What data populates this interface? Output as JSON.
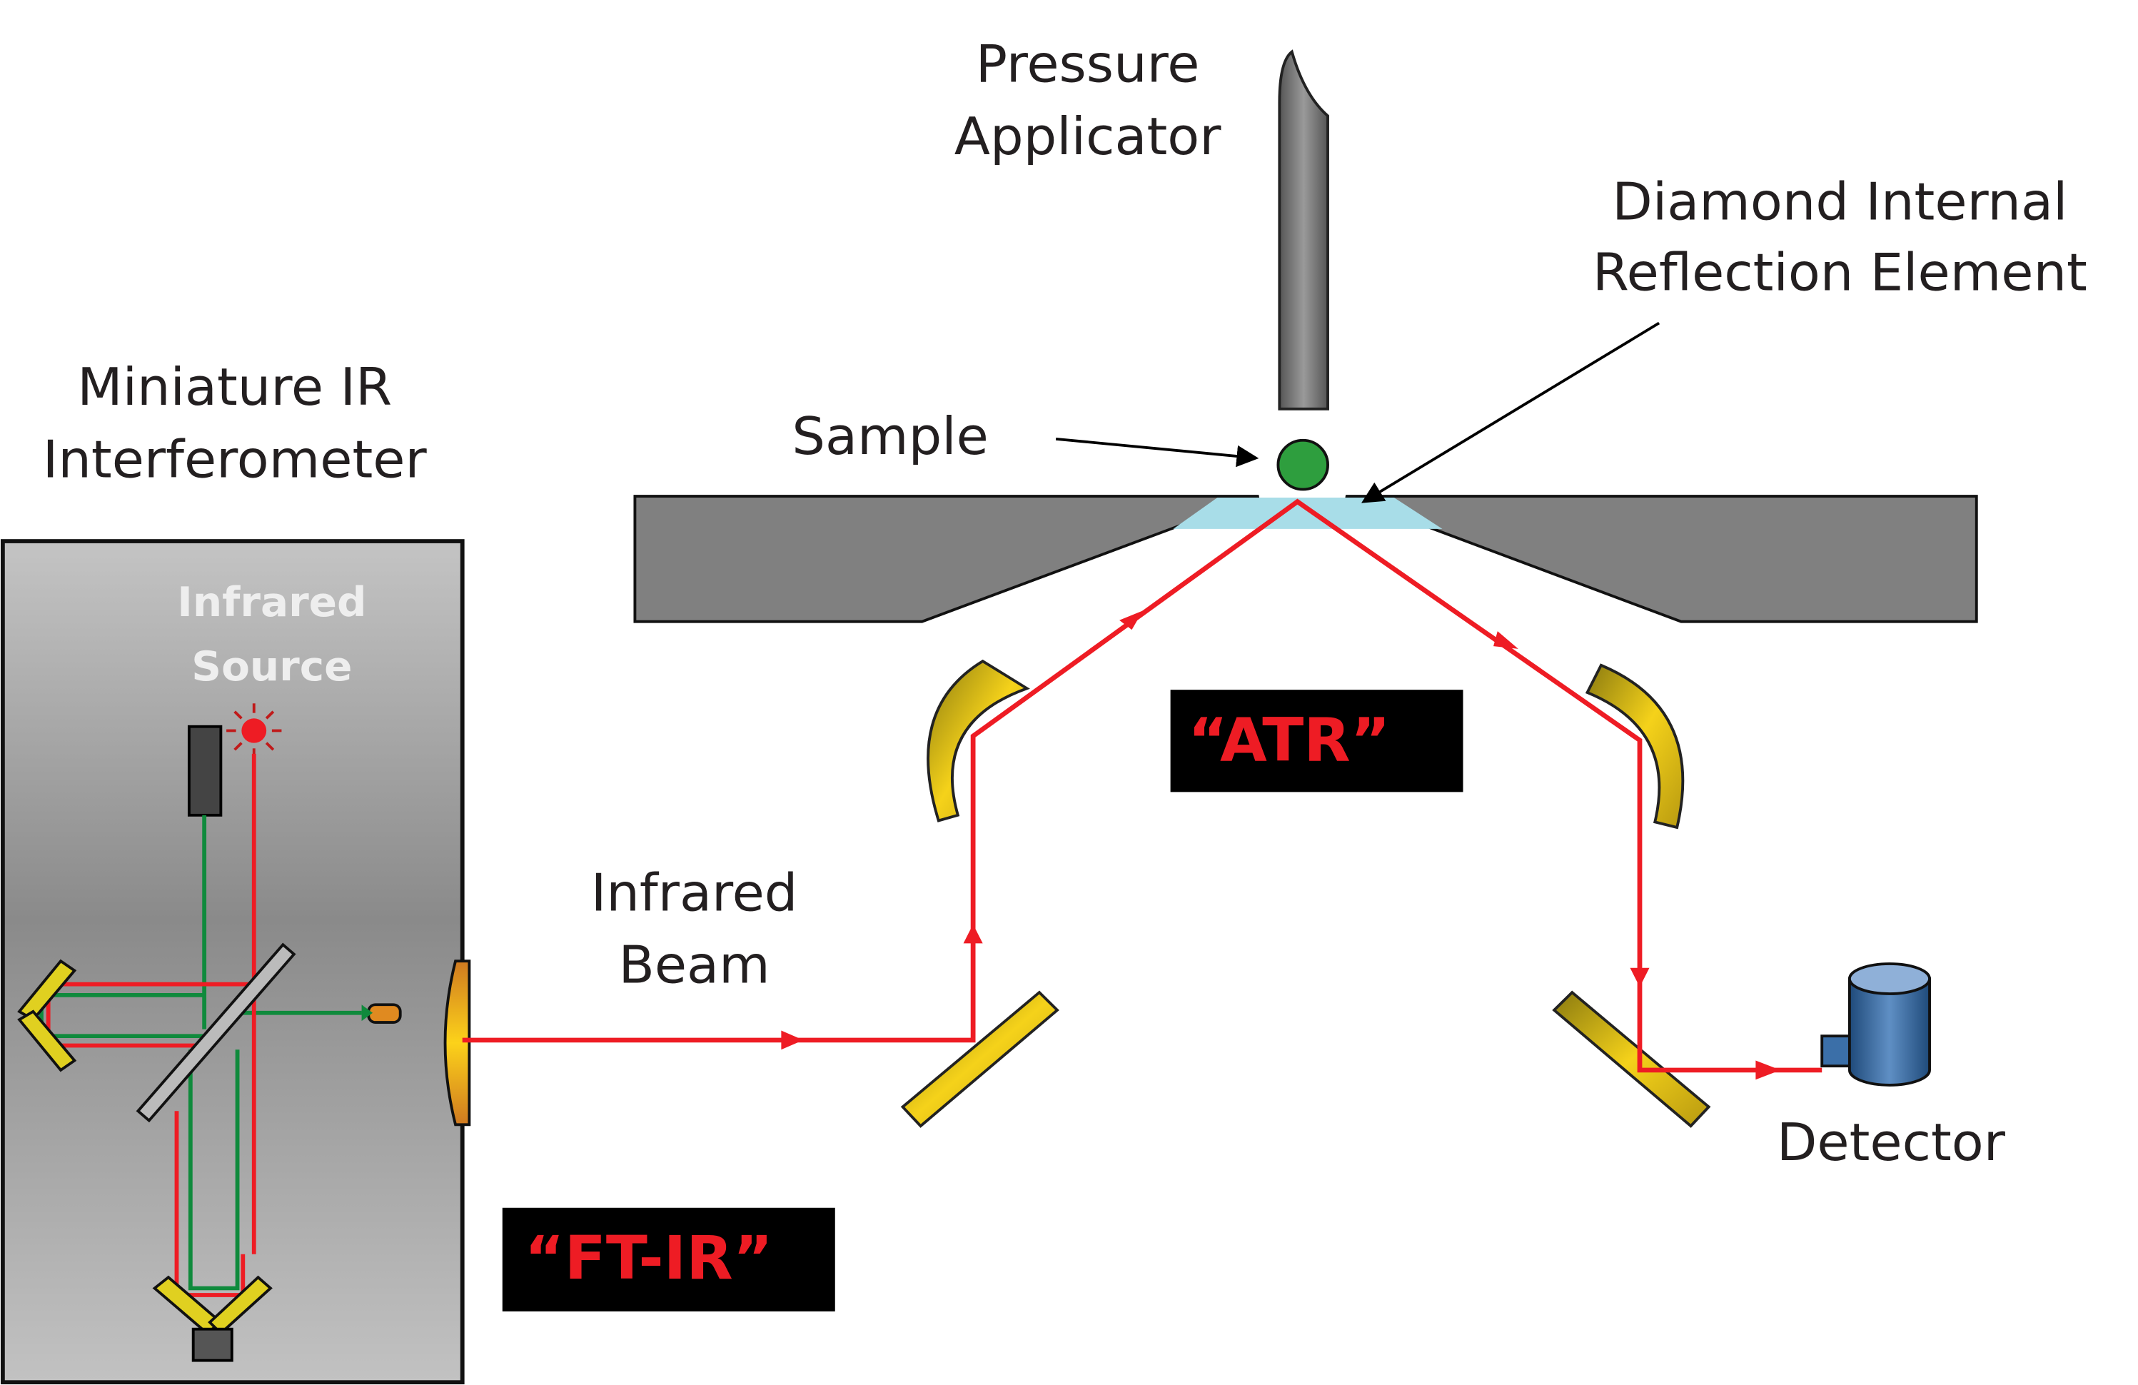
{
  "labels": {
    "pressure_applicator": [
      "Pressure",
      "Applicator"
    ],
    "diamond": [
      "Diamond Internal",
      "Reflection Element"
    ],
    "interferometer": [
      "Miniature IR",
      "Interferometer"
    ],
    "sample": "Sample",
    "infrared_source": [
      "Infrared",
      "Source"
    ],
    "infrared_beam": [
      "Infrared",
      "Beam"
    ],
    "detector": "Detector",
    "atr_tag": "“ATR”",
    "ftir_tag": "“FT-IR”"
  },
  "colors": {
    "ir_beam": "#ee1c24",
    "laser_beam": "#0f8a3c",
    "mirror": "#e8c21a",
    "sample": "#2e9e3e",
    "diamond": "#a8dde8",
    "plate": "#808080",
    "detector": "#3b6fa8",
    "tag_background": "#000000"
  }
}
